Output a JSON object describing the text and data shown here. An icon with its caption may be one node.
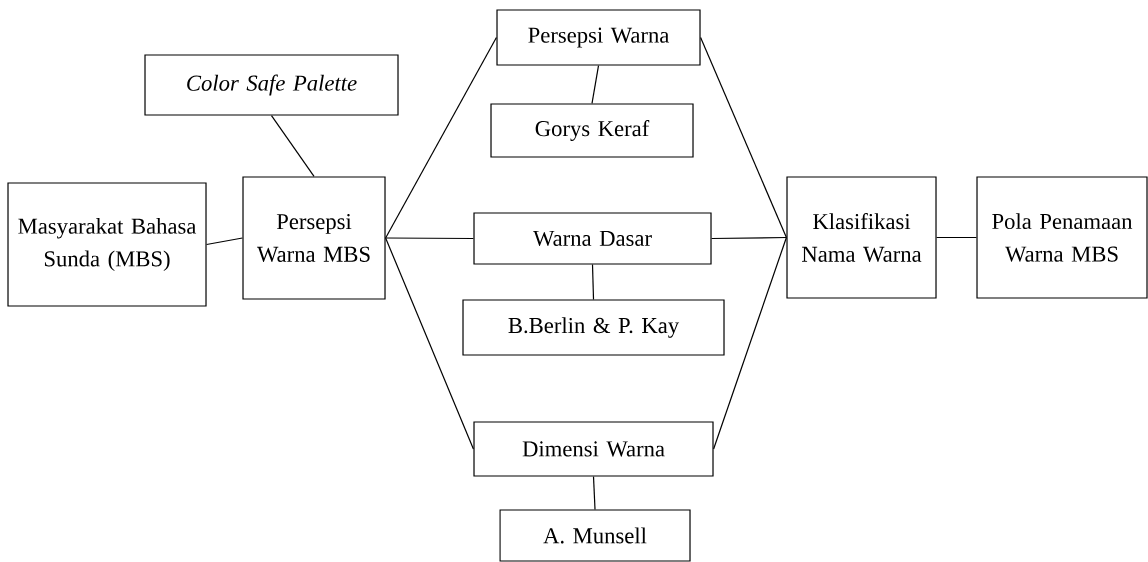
{
  "diagram": {
    "nodes": [
      {
        "text": [
          "Color Safe Palette"
        ]
      },
      {
        "text": [
          "Masyarakat Bahasa Sunda (MBS)"
        ]
      },
      {
        "text": [
          "Persepsi Warna MBS"
        ]
      },
      {
        "text": [
          "Persepsi Warna"
        ]
      },
      {
        "text": [
          "Gorys Keraf"
        ]
      },
      {
        "text": [
          "Warna Dasar"
        ]
      },
      {
        "text": [
          "B.Berlin & P. Kay"
        ]
      },
      {
        "text": [
          "Dimensi Warna"
        ]
      },
      {
        "text": [
          "A. Munsell"
        ]
      },
      {
        "text": [
          "Klasifikasi Nama Warna"
        ]
      },
      {
        "text": [
          "Pola Penamaan Warna MBS"
        ]
      }
    ],
    "edges": [
      {
        "from": 0,
        "to": 2,
        "arrow": "none"
      },
      {
        "from": 1,
        "to": 2,
        "arrow": "none"
      },
      {
        "from": 2,
        "to": 3,
        "arrow": "none"
      },
      {
        "from": 2,
        "to": 5,
        "arrow": "none"
      },
      {
        "from": 2,
        "to": 7,
        "arrow": "none"
      },
      {
        "from": 3,
        "to": 4,
        "arrow": "none"
      },
      {
        "from": 5,
        "to": 6,
        "arrow": "none"
      },
      {
        "from": 7,
        "to": 8,
        "arrow": "none"
      },
      {
        "from": 3,
        "to": 9,
        "arrow": "none"
      },
      {
        "from": 5,
        "to": 9,
        "arrow": "none"
      },
      {
        "from": 7,
        "to": 9,
        "arrow": "none"
      },
      {
        "from": 9,
        "to": 10,
        "arrow": "none"
      }
    ]
  }
}
